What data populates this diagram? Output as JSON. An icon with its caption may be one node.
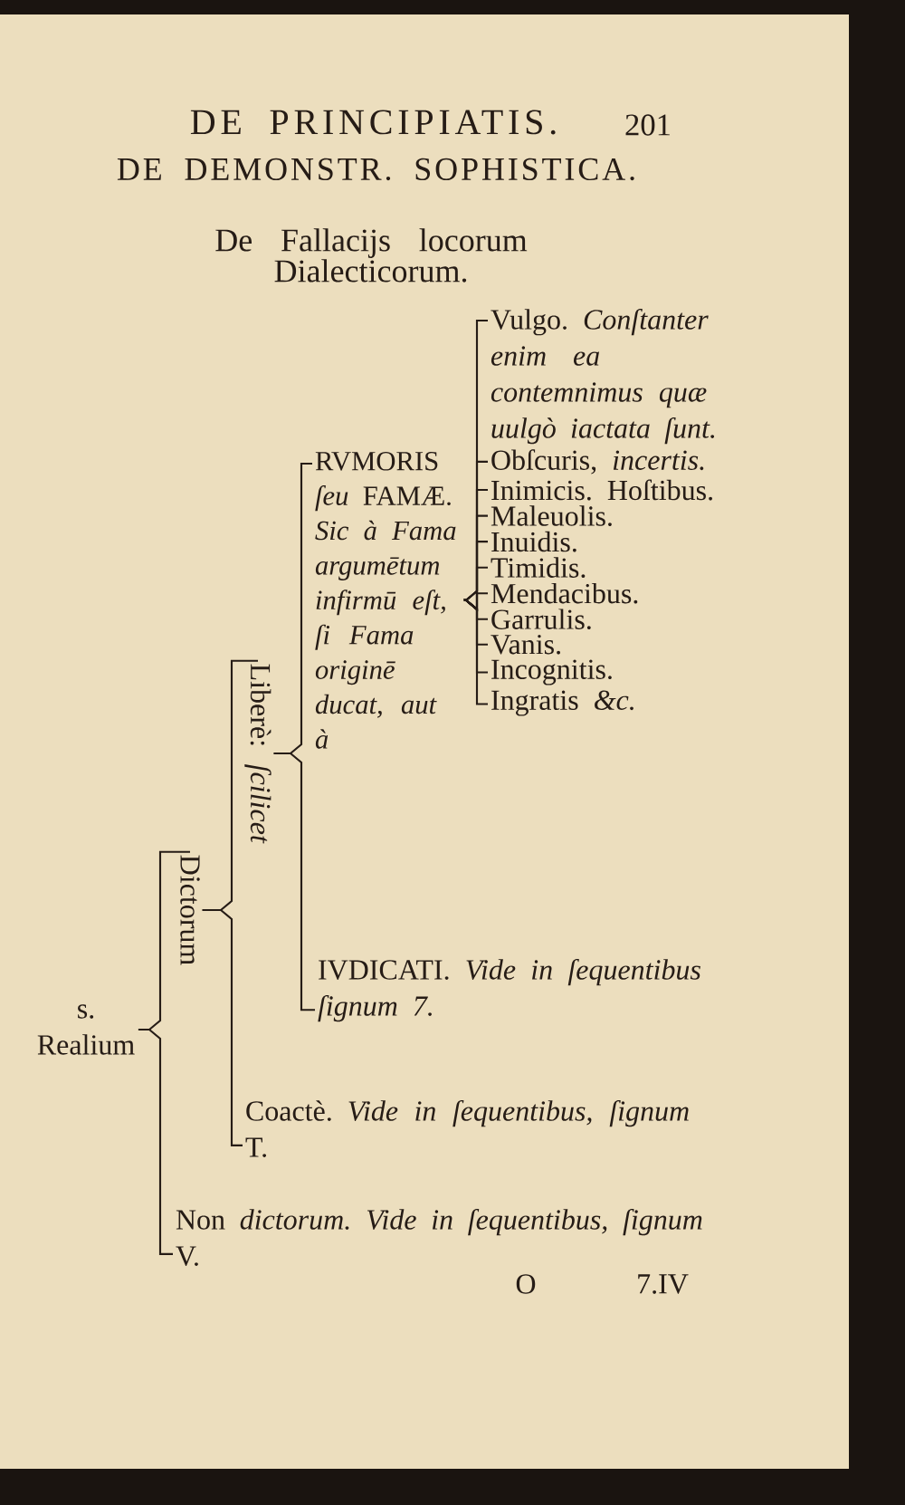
{
  "diagram": {
    "title": "De Fallacijs locorum Dialecticorum.",
    "nodes": [
      {
        "text": [
          "s. Realium"
        ]
      },
      {
        "text": [
          "Dictorum"
        ]
      },
      {
        "text": [
          "Liberè: *ſcilicet*"
        ]
      },
      {
        "text": [
          "RVMORIS *ſeu* FAMÆ.",
          "Sic à Fama argumētum infirmū eſt, ſi Fama originē ducat, aut à"
        ]
      },
      {
        "text": [
          "Vulgo. *Conſtanter enim ea contemnimus quæ uulgò iactata ſunt.*"
        ]
      },
      {
        "text": [
          "Obſcuris, *incertis.*"
        ]
      },
      {
        "text": [
          "Inimicis. Hoſtibus."
        ]
      },
      {
        "text": [
          "Maleuolis."
        ]
      },
      {
        "text": [
          "Inuidis."
        ]
      },
      {
        "text": [
          "Timidis."
        ]
      },
      {
        "text": [
          "Mendacibus."
        ]
      },
      {
        "text": [
          "Garrulis."
        ]
      },
      {
        "text": [
          "Vanis."
        ]
      },
      {
        "text": [
          "Incognitis."
        ]
      },
      {
        "text": [
          "Ingratis *&c.*"
        ]
      },
      {
        "text": [
          "IVDICATI. *Vide in ſequentibus ſignum 7.*"
        ]
      },
      {
        "text": [
          "Coactè. *Vide in ſequentibus, ſignum* T."
        ]
      },
      {
        "text": [
          "Non *dictorum. Vide in ſequentibus, ſignum* V."
        ]
      }
    ],
    "edges": [
      {
        "from": 0,
        "to": 1,
        "arrow": "none"
      },
      {
        "from": 0,
        "to": 17,
        "arrow": "none"
      },
      {
        "from": 1,
        "to": 2,
        "arrow": "none"
      },
      {
        "from": 1,
        "to": 16,
        "arrow": "none"
      },
      {
        "from": 2,
        "to": 3,
        "arrow": "none"
      },
      {
        "from": 2,
        "to": 15,
        "arrow": "none"
      },
      {
        "from": 3,
        "to": 4,
        "arrow": "none"
      },
      {
        "from": 3,
        "to": 5,
        "arrow": "none"
      },
      {
        "from": 3,
        "to": 6,
        "arrow": "none"
      },
      {
        "from": 3,
        "to": 7,
        "arrow": "none"
      },
      {
        "from": 3,
        "to": 8,
        "arrow": "none"
      },
      {
        "from": 3,
        "to": 9,
        "arrow": "none"
      },
      {
        "from": 3,
        "to": 10,
        "arrow": "none"
      },
      {
        "from": 3,
        "to": 11,
        "arrow": "none"
      },
      {
        "from": 3,
        "to": 12,
        "arrow": "none"
      },
      {
        "from": 3,
        "to": 13,
        "arrow": "none"
      },
      {
        "from": 3,
        "to": 14,
        "arrow": "none"
      }
    ],
    "labels": [
      "DE PRINCIPIATIS.",
      "201",
      "DE DEMONSTR. SOPHISTICA.",
      "O",
      "7.IV"
    ]
  }
}
